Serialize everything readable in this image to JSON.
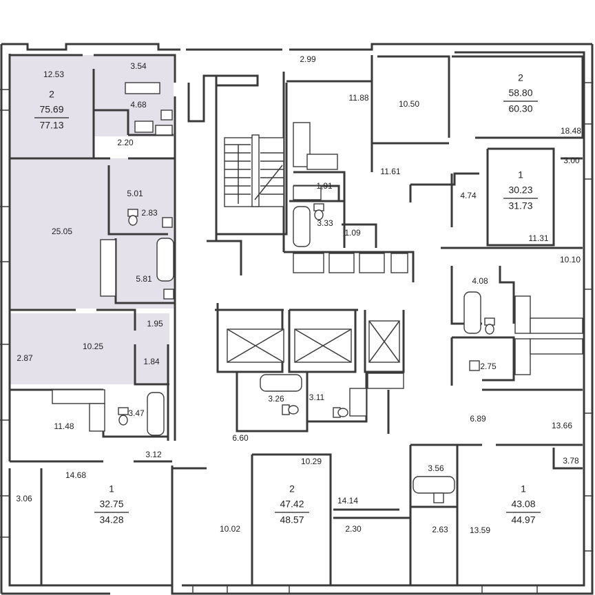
{
  "areas": {
    "a12_53": "12.53",
    "a3_54": "3.54",
    "a4_68": "4.68",
    "a2_20": "2.20",
    "a25_05": "25.05",
    "a5_01": "5.01",
    "a2_83": "2.83",
    "a5_81": "5.81",
    "a1_95": "1.95",
    "a10_25": "10.25",
    "a2_87": "2.87",
    "a1_84": "1.84",
    "a11_48": "11.48",
    "a3_47": "3.47",
    "a3_12": "3.12",
    "a14_68": "14.68",
    "a3_06": "3.06",
    "a10_02": "10.02",
    "a6_60": "6.60",
    "a3_26": "3.26",
    "a3_11": "3.11",
    "a10_29": "10.29",
    "a14_14": "14.14",
    "a2_30": "2.30",
    "a2_99": "2.99",
    "a11_88": "11.88",
    "a10_50": "10.50",
    "a1_91": "1,91",
    "a3_33": "3.33",
    "a1_09": "1.09",
    "a11_61": "11.61",
    "a18_48": "18.48",
    "a3_00": "3.00",
    "a4_74": "4.74",
    "a11_31": "11.31",
    "a10_10": "10.10",
    "a4_08": "4.08",
    "a2_75": "2.75",
    "a6_89": "6.89",
    "a13_66": "13.66",
    "a3_56": "3.56",
    "a3_78": "3.78",
    "a2_63": "2.63",
    "a13_59": "13.59"
  },
  "apartments": [
    {
      "rooms": "2",
      "living": "75.69",
      "total": "77.13"
    },
    {
      "rooms": "1",
      "living": "32.75",
      "total": "34.28"
    },
    {
      "rooms": "2",
      "living": "47.42",
      "total": "48.57"
    },
    {
      "rooms": "2",
      "living": "58.80",
      "total": "60.30"
    },
    {
      "rooms": "1",
      "living": "30.23",
      "total": "31.73"
    },
    {
      "rooms": "1",
      "living": "43.08",
      "total": "44.97"
    }
  ],
  "colors": {
    "highlight": "#e5e1ea",
    "wall": "#3a3a3a"
  }
}
